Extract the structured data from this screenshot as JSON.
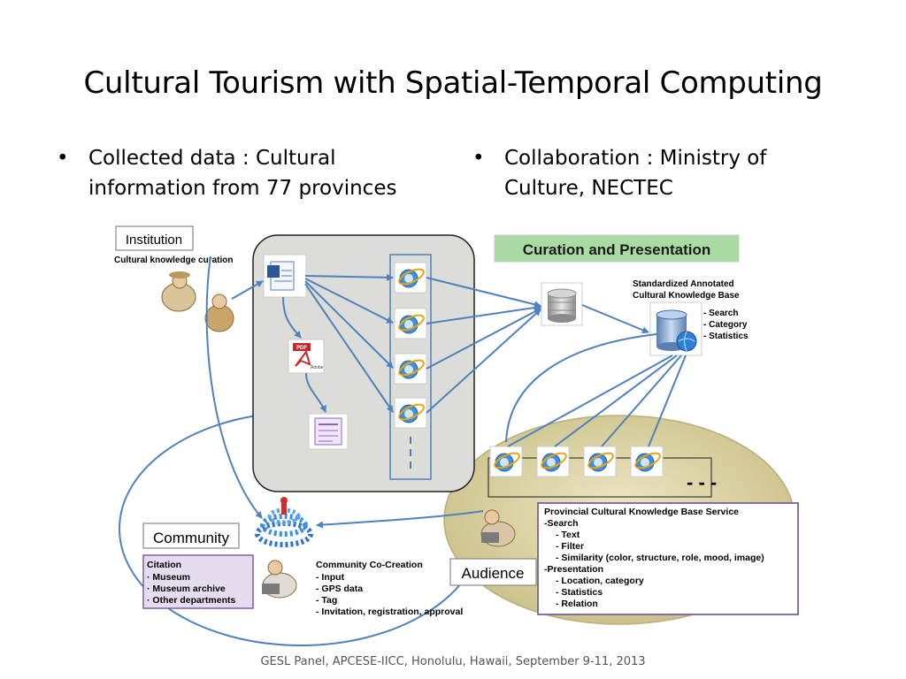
{
  "slide": {
    "title": "Cultural Tourism with Spatial-Temporal Computing",
    "bullet_left": "Collected data : Cultural information from 77 provinces",
    "bullet_right": "Collaboration : Ministry of Culture, NECTEC",
    "bullet_glyph": "•",
    "footer": "GESL Panel, APCESE-IICC, Honolulu, Hawaii, September 9-11, 2013"
  },
  "diagram": {
    "institution_label": "Institution",
    "institution_caption": "Cultural knowledge curation",
    "curation_header": "Curation and Presentation",
    "kb_title_1": "Standardized Annotated",
    "kb_title_2": "Cultural Knowledge Base",
    "kb_features": [
      "- Search",
      "- Category",
      "- Statistics"
    ],
    "dash_text": "- - -",
    "community_label": "Community",
    "citation_title": "Citation",
    "citation_items": [
      "· Museum",
      "· Museum archive",
      "· Other departments"
    ],
    "cocreation_title": "Community Co-Creation",
    "cocreation_items": [
      "- Input",
      "- GPS data",
      "- Tag",
      "- Invitation, registration, approval"
    ],
    "audience_label": "Audience",
    "service_title": "Provincial Cultural Knowledge Base Service",
    "service_lines": [
      "-Search",
      "- Text",
      "- Filter",
      "- Similarity (color, structure, role, mood, image)",
      "-Presentation",
      "- Location, category",
      "- Statistics",
      "- Relation"
    ],
    "pdf_label": "PDF",
    "adobe_label": "Adobe",
    "colors": {
      "arrow": "#4f81bd",
      "panel_fill": "#ddddd8",
      "ellipse_fill": "#d8d0a0",
      "header_fill": "#a7d9a0",
      "box_border": "#7d5fa6",
      "citation_fill": "#e6dcf0"
    }
  }
}
